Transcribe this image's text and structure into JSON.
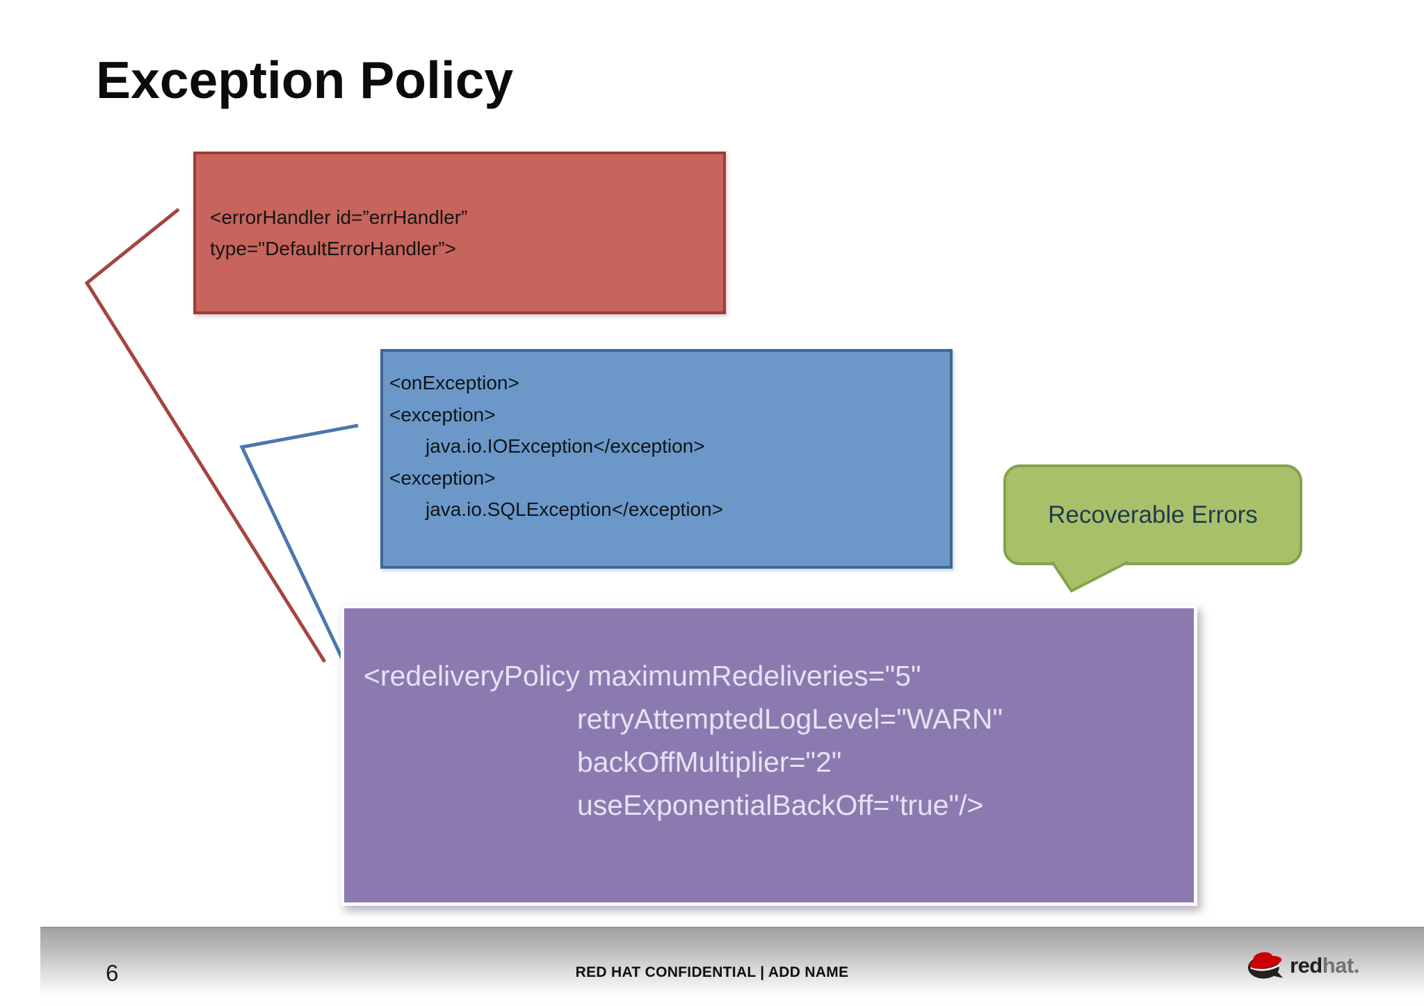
{
  "slide": {
    "title": "Exception Policy",
    "error_handler_box": {
      "line1": "<errorHandler id=”errHandler”",
      "line2": "type=\"DefaultErrorHandler”>"
    },
    "on_exception_box": {
      "line1": "<onException>",
      "line2": "<exception>",
      "line3": "java.io.IOException</exception>",
      "line4": "<exception>",
      "line5": "java.io.SQLException</exception>"
    },
    "redelivery_box": {
      "line1": "<redeliveryPolicy maximumRedeliveries=\"5\"",
      "line2": "retryAttemptedLogLevel=\"WARN\"",
      "line3": "backOffMultiplier=\"2\"",
      "line4": "useExponentialBackOff=\"true\"/>"
    },
    "callout": {
      "label": "Recoverable Errors"
    },
    "footer": {
      "page_number": "6",
      "confidential": "RED HAT CONFIDENTIAL | ADD NAME",
      "logo_icon": "redhat-fedora-icon",
      "logo_red": "red",
      "logo_hat": "hat."
    },
    "colors": {
      "red-fill": "#c7645c",
      "red-border": "#a03c38",
      "red-line": "#a4453f",
      "blue-fill": "#6b98c9",
      "blue-border": "#3d6899",
      "blue-line": "#4a77ae",
      "purple-fill": "#8b7ab0",
      "purple-text": "#e8e1f3",
      "green-fill": "#a8c069",
      "green-border": "#87a24a",
      "green-text": "#1f3a50",
      "brand-red": "#cc0000",
      "footer-gray": "#a3a1a1"
    }
  }
}
